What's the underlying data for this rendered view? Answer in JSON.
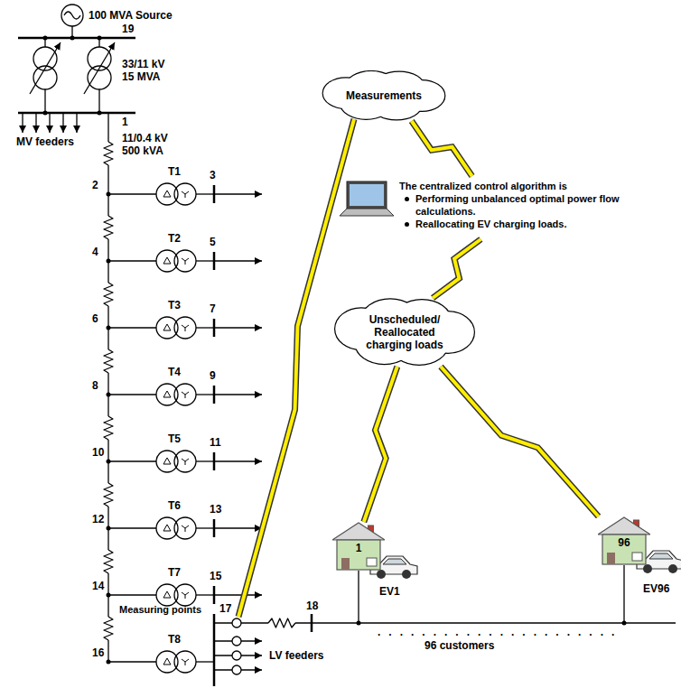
{
  "diagram": {
    "nodes": [
      {
        "text": [
          "Measurements"
        ]
      },
      {
        "text": [
          "The centralized control algorithm is",
          "Performing unbalanced optimal power flow calculations.",
          "Reallocating EV charging loads."
        ]
      },
      {
        "text": [
          "Unscheduled/ Reallocated charging loads"
        ]
      },
      {
        "text": [
          "1"
        ]
      },
      {
        "text": [
          "96"
        ]
      }
    ],
    "edges": [
      {
        "from": 0,
        "to": 1,
        "arrow": "none"
      },
      {
        "from": 1,
        "to": 2,
        "arrow": "none"
      },
      {
        "from": 2,
        "to": 3,
        "arrow": "none"
      },
      {
        "from": 2,
        "to": 4,
        "arrow": "none"
      }
    ],
    "labels": [
      "100 MVA Source",
      "19",
      "33/11 kV",
      "15 MVA",
      "1",
      "11/0.4 kV",
      "500 kVA",
      "MV feeders",
      "2",
      "T1",
      "3",
      "4",
      "T2",
      "5",
      "6",
      "T3",
      "7",
      "8",
      "T4",
      "9",
      "10",
      "T5",
      "11",
      "12",
      "T6",
      "13",
      "14",
      "T7",
      "15",
      "16",
      "T8",
      "17",
      "18",
      "Measuring points",
      "LV feeders",
      "......................",
      "96 customers",
      "EV1",
      "EV96"
    ]
  }
}
